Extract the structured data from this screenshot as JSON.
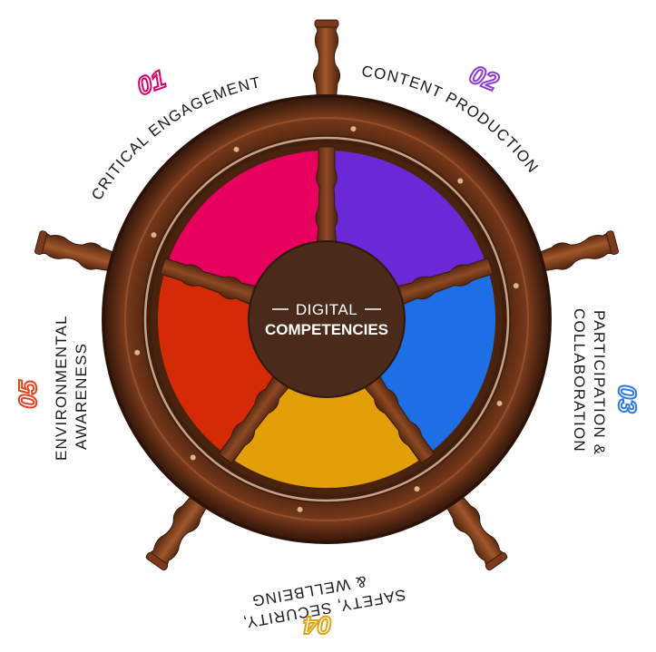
{
  "center": {
    "line1": "DIGITAL",
    "line2": "COMPETENCIES"
  },
  "competencies": [
    {
      "number": "01",
      "label": "CRITICAL ENGAGEMENT",
      "color": "#e8005f",
      "number_color": "#e0006a"
    },
    {
      "number": "02",
      "label": "CONTENT PRODUCTION",
      "color": "#6a28d6",
      "number_color": "#8a3ad8"
    },
    {
      "number": "03",
      "label_line1": "PARTICIPATION &",
      "label_line2": "COLLABORATION",
      "color": "#1e6fe6",
      "number_color": "#2b7be6"
    },
    {
      "number": "04",
      "label_line1": "SAFETY, SECURITY,",
      "label_line2": "& WELLBEING",
      "color": "#e39f08",
      "number_color": "#e0a413"
    },
    {
      "number": "05",
      "label_line1": "ENVIRONMENTAL",
      "label_line2": "AWARENESS",
      "color": "#d42a06",
      "number_color": "#e0461e"
    }
  ],
  "colors": {
    "wood_dark": "#3e1f0d",
    "wood_mid": "#6b3317",
    "wood_light": "#8e4a22",
    "hub": "#4a2a1a",
    "rim_line": "#c9a189",
    "text": "#1a1a1a"
  },
  "icons": {
    "wheel": "ship-wheel-icon"
  }
}
